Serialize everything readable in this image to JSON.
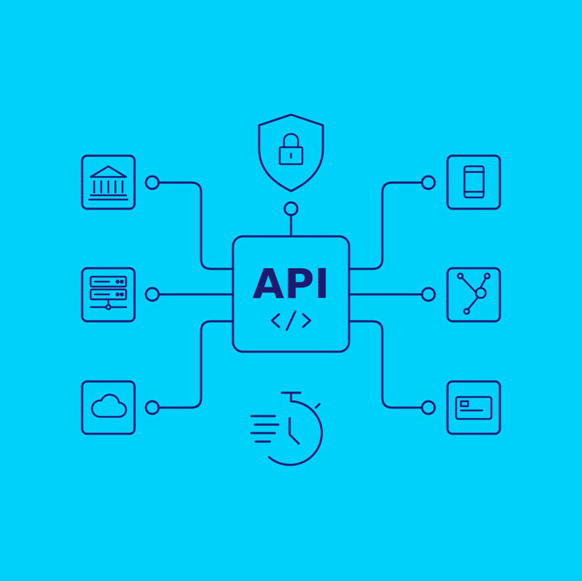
{
  "diagram": {
    "hub_label": "API",
    "hub_code_symbol": "</>",
    "colors": {
      "background": "#00d1fa",
      "line": "#1d1a72"
    },
    "nodes": [
      {
        "id": "bank",
        "icon": "bank-icon"
      },
      {
        "id": "server",
        "icon": "server-icon"
      },
      {
        "id": "cloud",
        "icon": "cloud-icon"
      },
      {
        "id": "mobile",
        "icon": "smartphone-icon"
      },
      {
        "id": "network",
        "icon": "network-nodes-icon"
      },
      {
        "id": "card",
        "icon": "credit-card-icon"
      }
    ],
    "extras": [
      {
        "id": "security",
        "icon": "shield-lock-icon"
      },
      {
        "id": "speed",
        "icon": "fast-stopwatch-icon"
      }
    ]
  }
}
